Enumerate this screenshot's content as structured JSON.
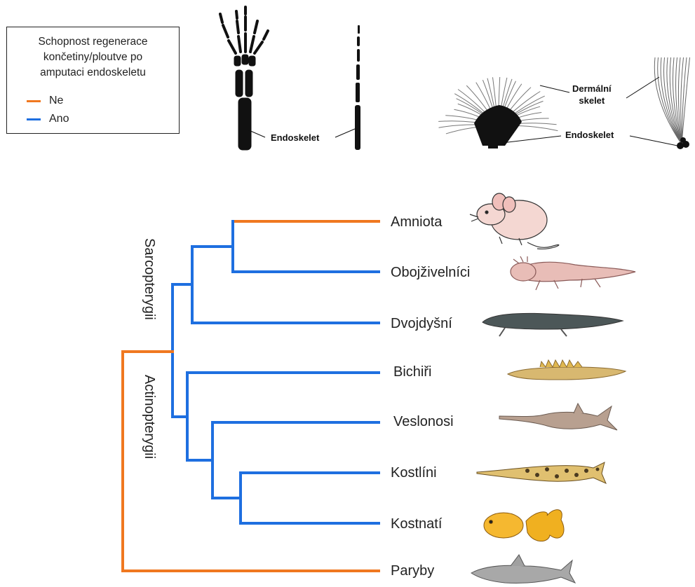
{
  "legend": {
    "title_lines": [
      "Schopnost regenerace",
      "končetiny/ploutve po",
      "amputaci endoskeletu"
    ],
    "items": [
      {
        "label": "Ne",
        "color": "#f07820"
      },
      {
        "label": "Ano",
        "color": "#1e6fe0"
      }
    ]
  },
  "skeleton_labels": {
    "endoskelet_left": "Endoskelet",
    "dermal_line1": "Dermální",
    "dermal_line2": "skelet",
    "endoskelet_right": "Endoskelet"
  },
  "clade_labels": {
    "sarcopterygii": "Sarcopterygii",
    "actinopterygii": "Actinopterygii"
  },
  "taxa": [
    {
      "name": "Amniota",
      "regeneration": "Ne",
      "icon": "mouse-icon"
    },
    {
      "name": "Obojživelníci",
      "regeneration": "Ano",
      "icon": "axolotl-icon"
    },
    {
      "name": "Dvojdyšní",
      "regeneration": "Ano",
      "icon": "lungfish-icon"
    },
    {
      "name": "Bichiři",
      "regeneration": "Ano",
      "icon": "bichir-icon"
    },
    {
      "name": "Veslonosi",
      "regeneration": "Ano",
      "icon": "paddlefish-icon"
    },
    {
      "name": "Kostlíni",
      "regeneration": "Ano",
      "icon": "gar-icon"
    },
    {
      "name": "Kostnatí",
      "regeneration": "Ano",
      "icon": "goldfish-icon"
    },
    {
      "name": "Paryby",
      "regeneration": "Ne",
      "icon": "shark-icon"
    }
  ],
  "colors": {
    "no": "#f07820",
    "yes": "#1e6fe0"
  }
}
